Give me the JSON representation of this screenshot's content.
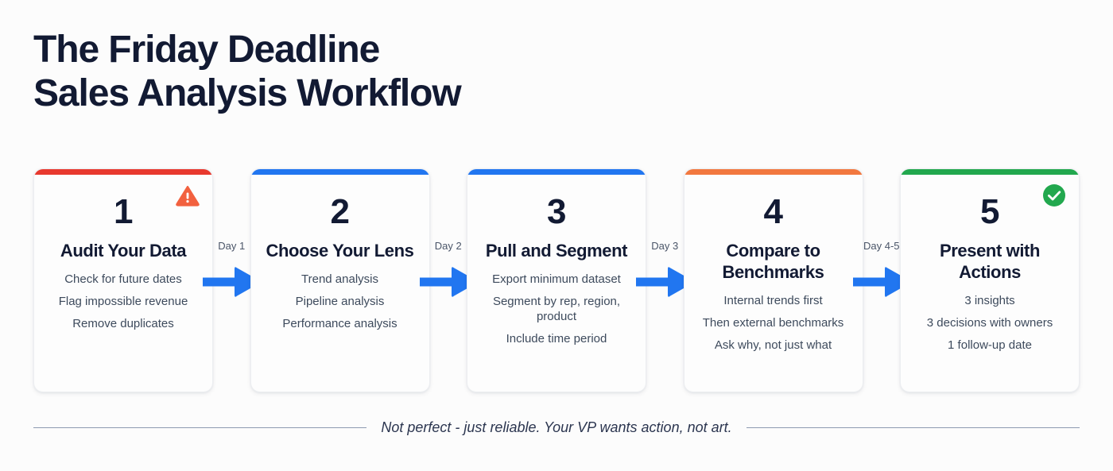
{
  "title": {
    "line1": "The Friday Deadline",
    "line2": "Sales Analysis Workflow"
  },
  "colors": {
    "background": "#fcfcfc",
    "title_text": "#121a33",
    "arrow_blue": "#2176f0",
    "warning_orange": "#f2613f",
    "success_green": "#22a84e",
    "footer_rule": "#8e9bb0"
  },
  "steps": [
    {
      "number": "1",
      "title": "Audit Your Data",
      "accent_color": "#e8392e",
      "badge": "warning-icon",
      "bullets": [
        "Check for future dates",
        "Flag impossible revenue",
        "Remove duplicates"
      ]
    },
    {
      "number": "2",
      "title": "Choose Your Lens",
      "accent_color": "#2176f0",
      "badge": "none",
      "bullets": [
        "Trend analysis",
        "Pipeline analysis",
        "Performance analysis"
      ]
    },
    {
      "number": "3",
      "title": "Pull and Segment",
      "accent_color": "#2176f0",
      "badge": "none",
      "bullets": [
        "Export minimum dataset",
        "Segment by rep, region, product",
        "Include time period"
      ]
    },
    {
      "number": "4",
      "title": "Compare to Benchmarks",
      "accent_color": "#f2783f",
      "badge": "none",
      "bullets": [
        "Internal trends first",
        "Then external benchmarks",
        "Ask why, not just what"
      ]
    },
    {
      "number": "5",
      "title": "Present with Actions",
      "accent_color": "#22a84e",
      "badge": "check-icon",
      "bullets": [
        "3 insights",
        "3 decisions with owners",
        "1 follow-up date"
      ]
    }
  ],
  "connectors": [
    {
      "label": "Day 1",
      "icon": "arrow-right-icon"
    },
    {
      "label": "Day 2",
      "icon": "arrow-right-icon"
    },
    {
      "label": "Day 3",
      "icon": "arrow-right-icon"
    },
    {
      "label": "Day 4-5",
      "icon": "arrow-right-icon"
    }
  ],
  "footer": {
    "text": "Not perfect - just reliable. Your VP wants action, not art."
  }
}
